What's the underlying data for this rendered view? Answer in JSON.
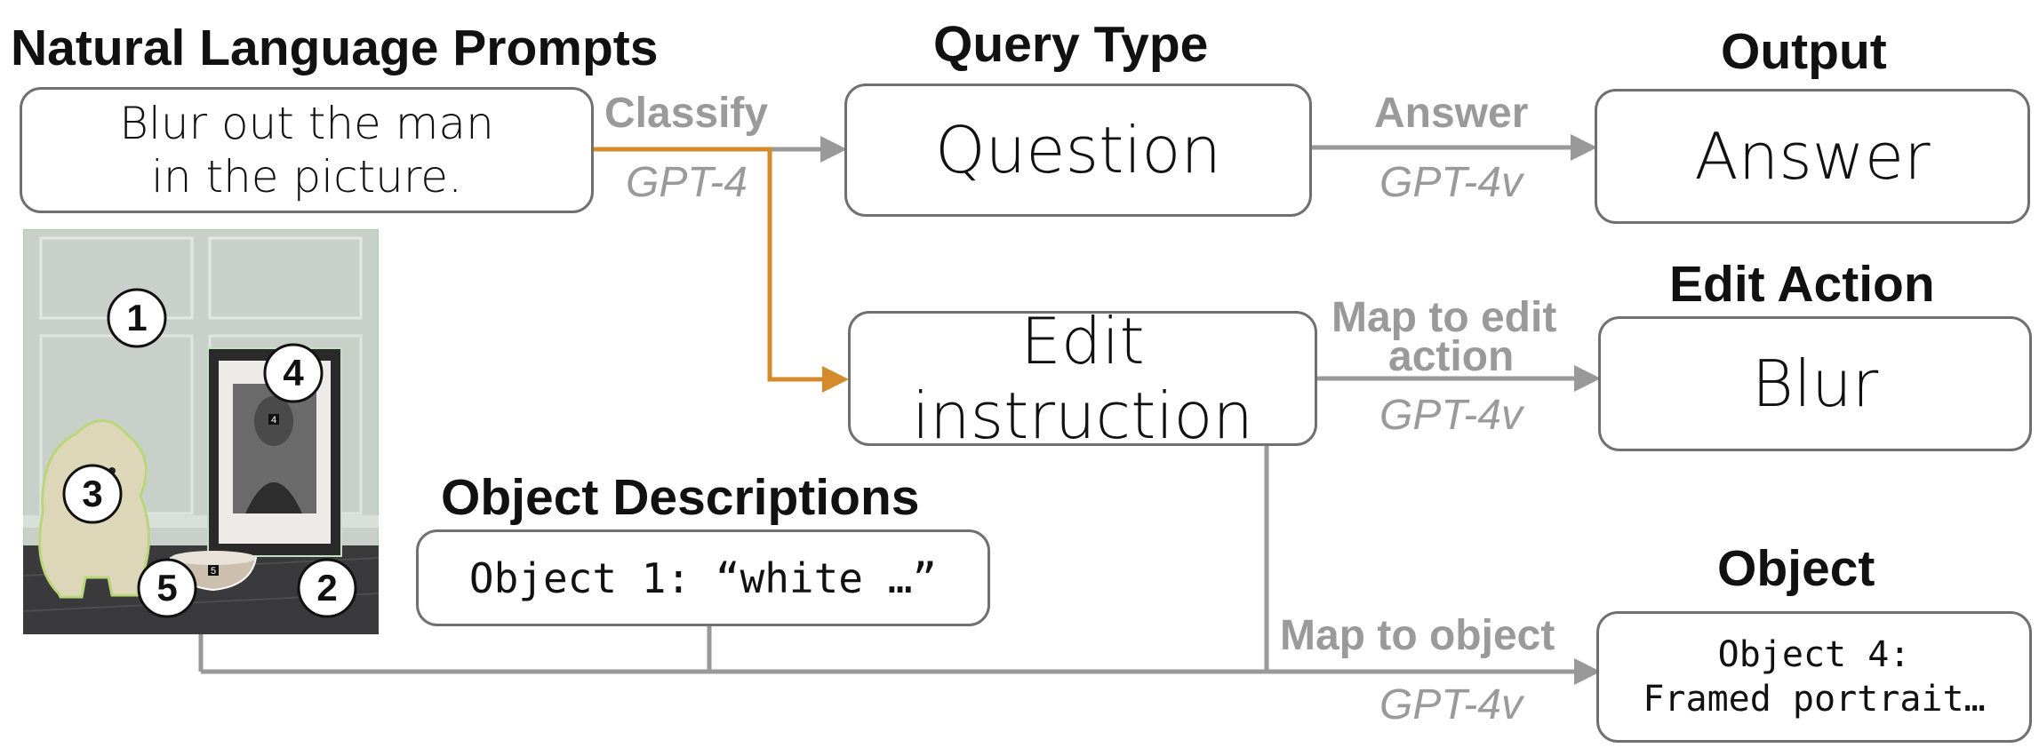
{
  "sections": {
    "prompts_title": "Natural Language Prompts",
    "query_type_title": "Query Type",
    "output_title": "Output",
    "edit_action_title": "Edit Action",
    "object_descriptions_title": "Object Descriptions",
    "object_title": "Object"
  },
  "prompt_box": {
    "line1": "Blur out the man",
    "line2": "in the picture."
  },
  "question_box": "Question",
  "answer_box": "Answer",
  "edit_instruction_box": "Edit instruction",
  "blur_box": "Blur",
  "object_desc_box": "Object 1: “white …”",
  "object_box": {
    "line1": "Object 4:",
    "line2": "Framed portrait…"
  },
  "edges": {
    "classify": "Classify",
    "classify_model": "GPT-4",
    "answer": "Answer",
    "answer_model": "GPT-4v",
    "map_edit_line1": "Map to edit",
    "map_edit_line2": "action",
    "map_edit_model": "GPT-4v",
    "map_object": "Map to object",
    "map_object_model": "GPT-4v"
  },
  "image_markers": {
    "m1": "1",
    "m2": "2",
    "m3": "3",
    "m4": "4",
    "m5": "5",
    "tag4": "4",
    "tag5": "5"
  },
  "colors": {
    "box_border": "#707070",
    "wire_gray": "#999999",
    "wire_orange": "#d58a2b",
    "label_gray": "#9a9a9a"
  }
}
